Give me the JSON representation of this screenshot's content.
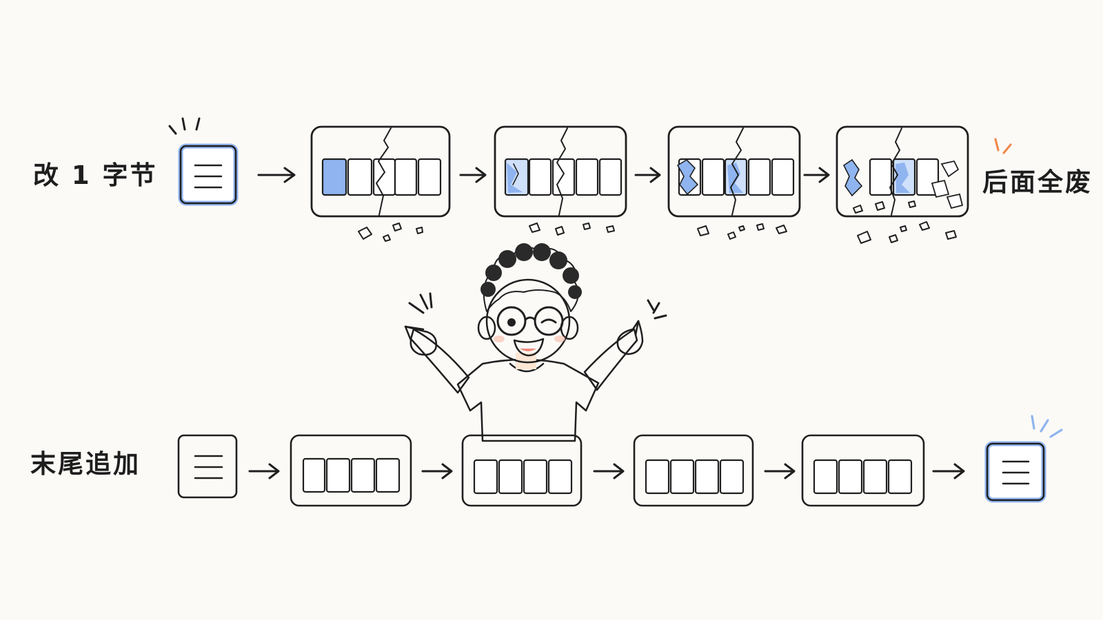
{
  "rows": {
    "overwrite": {
      "label": "改 1 字节",
      "end_label": "后面全废"
    },
    "append": {
      "label": "末尾追加"
    }
  },
  "colors": {
    "ink": "#1f1f1f",
    "accent_blue": "#8fb4ef",
    "accent_blue_light": "#cfe0fa",
    "accent_orange": "#f08a4b",
    "shirt": "#262626",
    "skin": "#fde6d4",
    "background": "#fbfaf7"
  },
  "icons": [
    "document-icon",
    "arrow-right-icon",
    "block-stream-icon",
    "crack-icon",
    "debris-icon",
    "sparkle-icon",
    "character-pointing-illustration"
  ]
}
